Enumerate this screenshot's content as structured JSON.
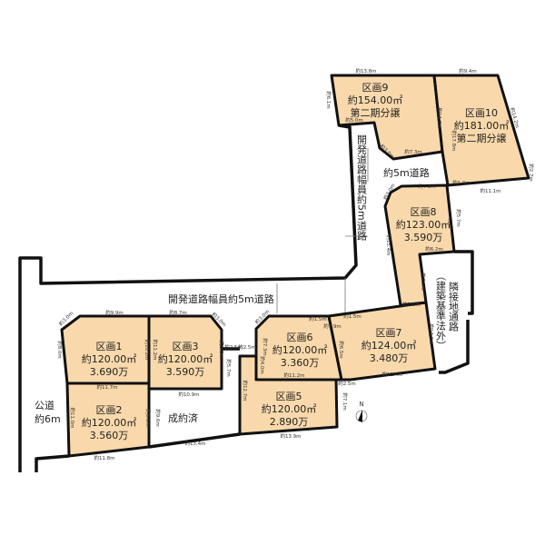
{
  "lots": [
    {
      "name": "区画1",
      "area": "約120.00㎡",
      "note": "3.690万"
    },
    {
      "name": "区画2",
      "area": "約120.00㎡",
      "note": "3.560万"
    },
    {
      "name": "区画3",
      "area": "約120.00㎡",
      "note": "3.590万"
    },
    {
      "name": "区画5",
      "area": "約120.00㎡",
      "note": "2.890万"
    },
    {
      "name": "区画6",
      "area": "約120.00㎡",
      "note": "3.360万"
    },
    {
      "name": "区画7",
      "area": "約124.00㎡",
      "note": "3.480万"
    },
    {
      "name": "区画8",
      "area": "約123.00㎡",
      "note": "3.590万"
    },
    {
      "name": "区画9",
      "area": "約154.00㎡",
      "note": "第二期分譲"
    },
    {
      "name": "区画10",
      "area": "約181.00㎡",
      "note": "第二期分譲"
    }
  ],
  "roads": {
    "dev_road_vertical": "開発道路幅員約5m道路",
    "dev_road_horizontal": "開発道路幅員約5m道路",
    "short_road": "約5m道路",
    "adjacent_path": "隣接地通路",
    "adjacent_path_note": "（建築基準法外）",
    "public_road": "公道",
    "public_road_width": "約6m"
  },
  "sold_label": "成約済",
  "north_label": "N",
  "dimensions": [
    "約13.8m",
    "約9.4m",
    "約6.1m",
    "約11.8m",
    "約14.2m",
    "約17.8m",
    "約2.7m",
    "約5.0m",
    "約3.0m",
    "約7.3m",
    "約1.0m",
    "約11.1m",
    "約7.3m",
    "約3.0m",
    "約5.7m",
    "約15.4m",
    "約6.2m",
    "約7.0m",
    "約2.8m",
    "約10.0m",
    "約12.4m",
    "約2.5m",
    "約7.1m",
    "約13.9m",
    "約11.2m",
    "約12.7m",
    "約4.0m",
    "約7.3m",
    "約1.5m",
    "約1.9m",
    "約1.5m",
    "約6.5m",
    "約3.0m",
    "約9.9m",
    "約8.7m",
    "約3.0m",
    "約3.0m",
    "約8.0m",
    "約10.2m",
    "約11.2m",
    "約9.0m",
    "約5.7m",
    "約11.7m",
    "約10.9m",
    "約11.0m",
    "約9.6m",
    "約8.6m",
    "約13.4m",
    "約11.8m",
    "約2.5m",
    "約2.5m"
  ]
}
